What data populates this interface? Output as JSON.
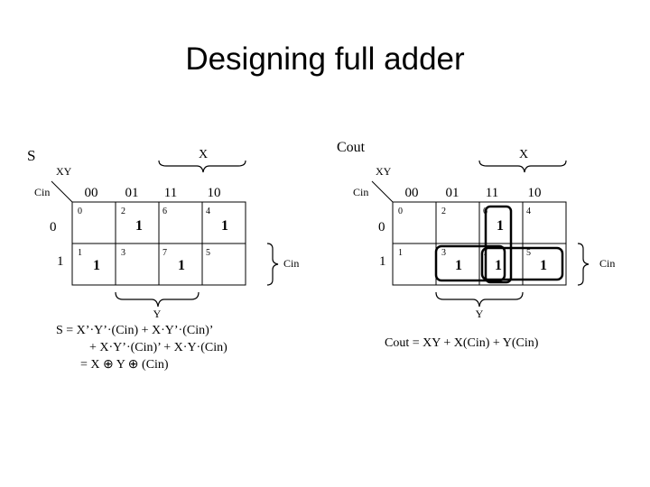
{
  "title": "Designing full adder",
  "kmaps": [
    {
      "id": "sum",
      "name": "S",
      "row_var": "Cin",
      "col_var": "XY",
      "top_brace_label": "X",
      "right_brace_label": "Cin",
      "bottom_brace_label": "Y",
      "col_headers": [
        "00",
        "01",
        "11",
        "10"
      ],
      "row_headers": [
        "0",
        "1"
      ],
      "cell_indices": [
        [
          "0",
          "2",
          "6",
          "4"
        ],
        [
          "1",
          "3",
          "7",
          "5"
        ]
      ],
      "cell_values": [
        [
          "",
          "1",
          "",
          "1"
        ],
        [
          "1",
          "",
          "1",
          ""
        ]
      ],
      "equation": [
        "S =  X’·Y’·(Cin) + X·Y’·(Cin)’",
        "+ X·Y’·(Cin)’ + X·Y·(Cin)",
        "=  X  ⊕  Y  ⊕  (Cin)"
      ]
    },
    {
      "id": "carry",
      "name": "Cout",
      "row_var": "Cin",
      "col_var": "XY",
      "top_brace_label": "X",
      "right_brace_label": "Cin",
      "bottom_brace_label": "Y",
      "col_headers": [
        "00",
        "01",
        "11",
        "10"
      ],
      "row_headers": [
        "0",
        "1"
      ],
      "cell_indices": [
        [
          "0",
          "2",
          "6",
          "4"
        ],
        [
          "1",
          "3",
          "7",
          "5"
        ]
      ],
      "cell_values": [
        [
          "",
          "",
          "1",
          ""
        ],
        [
          "",
          "1",
          "1",
          "1"
        ]
      ],
      "equation": [
        "Cout =  XY + X(Cin) + Y(Cin)"
      ]
    }
  ]
}
